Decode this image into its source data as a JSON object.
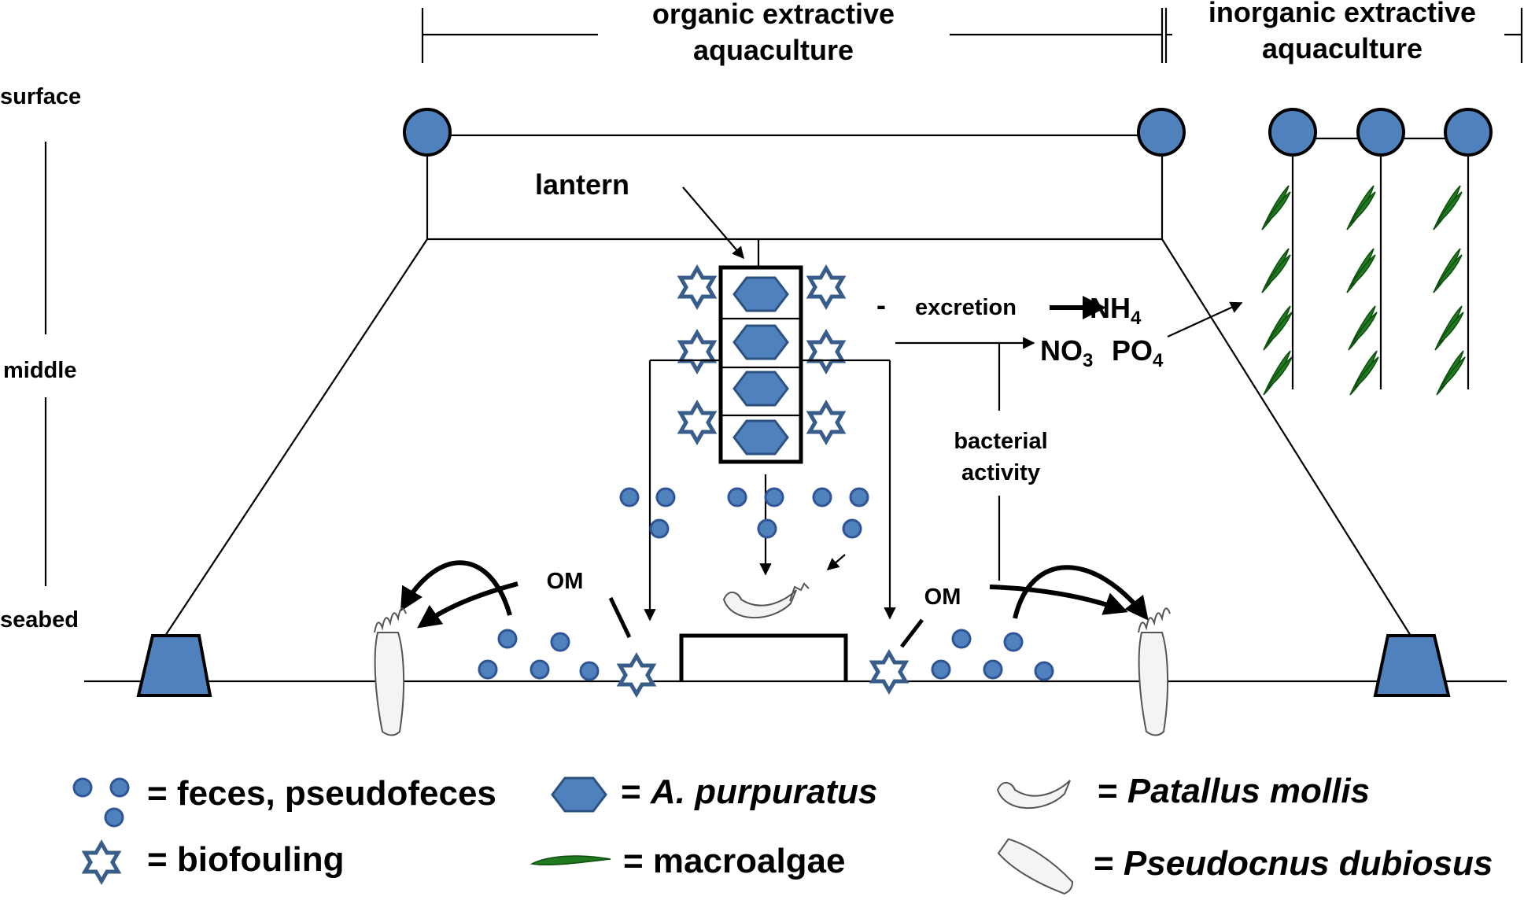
{
  "zones": {
    "surface": "surface",
    "middle": "middle",
    "seabed": "seabed"
  },
  "headers": {
    "organic_line1": "organic extractive",
    "organic_line2": "aquaculture",
    "inorganic_line1": "inorganic extractive",
    "inorganic_line2": "aquaculture"
  },
  "labels": {
    "lantern": "lantern",
    "minus": "-",
    "excretion": "excretion",
    "nh4_base": "NH",
    "nh4_sub": "4",
    "no3_base": "NO",
    "no3_sub": "3",
    "po4_base": "PO",
    "po4_sub": "4",
    "bacterial_line1": "bacterial",
    "bacterial_line2": "activity",
    "om_left": "OM",
    "om_right": "OM"
  },
  "legend": {
    "feces": "= feces, pseudofeces",
    "scallop_eq": "= ",
    "scallop_name": "A. purpuratus",
    "biofouling": "= biofouling",
    "macroalgae": "= macroalgae",
    "patallus_eq": "= ",
    "patallus_name": "Patallus mollis",
    "pseudocnus_eq": "= ",
    "pseudocnus_name": "Pseudocnus dubiosus"
  },
  "colors": {
    "blue_fill": "#4f81bd",
    "star_outline": "#385d8a",
    "algae_green": "#1f7a1f"
  },
  "icons": [
    "buoy-icon",
    "anchor-icon",
    "scallop-hexagon-icon",
    "biofouling-star-icon",
    "feces-dot-icon",
    "macroalgae-icon",
    "sea-cucumber-icon",
    "sea-urchin-like-cucumber-icon"
  ]
}
